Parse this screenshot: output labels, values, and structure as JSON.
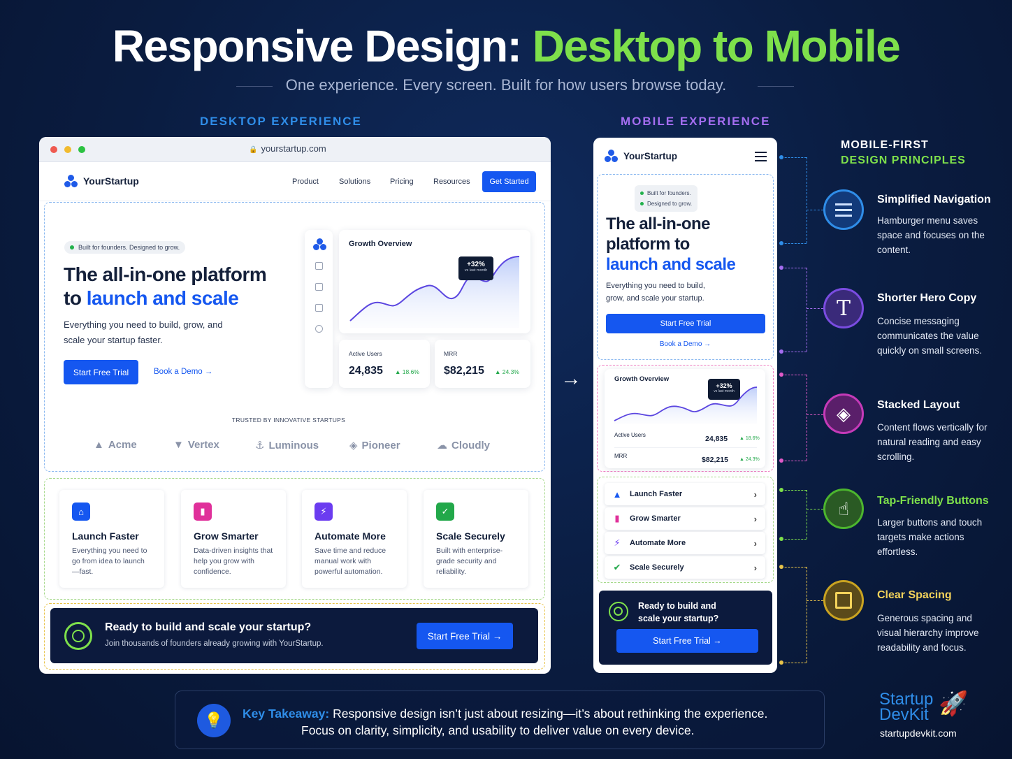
{
  "title_white": "Responsive Design: ",
  "title_green": "Desktop to Mobile",
  "subtitle": "One experience. Every screen. Built for how users browse today.",
  "desktop_label": "DESKTOP EXPERIENCE",
  "mobile_label": "MOBILE EXPERIENCE",
  "desktop": {
    "url": "yourstartup.com",
    "logo": "YourStartup",
    "nav": [
      "Product",
      "Solutions",
      "Pricing",
      "Resources"
    ],
    "get_started": "Get Started",
    "pill": "Built for founders. Designed to grow.",
    "headline_1": "The all-in-one platform",
    "headline_2a": "to ",
    "headline_2b": "launch and scale",
    "body": "Everything you need to build, grow, and scale your startup faster.",
    "primary_cta": "Start Free Trial",
    "secondary_cta": "Book a Demo →",
    "chart_title": "Growth Overview",
    "badge_value": "+32%",
    "badge_sub": "vs last month",
    "active_users_label": "Active Users",
    "active_users_value": "24,835",
    "active_users_change": "▲ 18.6%",
    "mrr_label": "MRR",
    "mrr_value": "$82,215",
    "mrr_change": "▲ 24.3%",
    "trusted_label": "TRUSTED BY INNOVATIVE STARTUPS",
    "brands": [
      "Acme",
      "Vertex",
      "Luminous",
      "Pioneer",
      "Cloudly"
    ],
    "features": [
      {
        "title": "Launch Faster",
        "desc": "Everything you need to go from idea to launch—fast.",
        "color": "#1557f0",
        "icon": "home-icon"
      },
      {
        "title": "Grow Smarter",
        "desc": "Data-driven insights that help you grow with confidence.",
        "color": "#e0309a",
        "icon": "bar-chart-icon"
      },
      {
        "title": "Automate More",
        "desc": "Save time and reduce manual work with powerful automation.",
        "color": "#6b3cf0",
        "icon": "lightning-icon"
      },
      {
        "title": "Scale Securely",
        "desc": "Built with enterprise-grade security and reliability.",
        "color": "#22a84a",
        "icon": "shield-icon"
      }
    ],
    "cta_title": "Ready to build and scale your startup?",
    "cta_sub": "Join thousands of founders already growing with YourStartup.",
    "cta_button": "Start Free Trial →"
  },
  "mobile": {
    "logo": "YourStartup",
    "pill_1": "Built for founders.",
    "pill_2": "Designed to grow.",
    "headline_1": "The all-in-one",
    "headline_2": "platform to",
    "headline_3": "launch and scale",
    "body": "Everything you need to build, grow, and scale your startup.",
    "primary_cta": "Start Free Trial",
    "secondary_cta": "Book a Demo →",
    "chart_title": "Growth Overview",
    "badge_value": "+32%",
    "badge_sub": "vs last month",
    "active_users_label": "Active Users",
    "active_users_value": "24,835",
    "active_users_change": "▲ 18.6%",
    "mrr_label": "MRR",
    "mrr_value": "$82,215",
    "mrr_change": "▲ 24.3%",
    "rows": [
      "Launch Faster",
      "Grow Smarter",
      "Automate More",
      "Scale Securely"
    ],
    "cta_title_1": "Ready to build and",
    "cta_title_2": "scale your startup?",
    "cta_button": "Start Free Trial →"
  },
  "principles_heading_1": "MOBILE-FIRST",
  "principles_heading_2": "DESIGN PRINCIPLES",
  "principles": [
    {
      "title": "Simplified Navigation",
      "desc": "Hamburger menu saves space and focuses on the content.",
      "color": "#1e78e6",
      "icon": "menu-icon"
    },
    {
      "title": "Shorter Hero Copy",
      "desc": "Concise messaging communicates the value quickly on small screens.",
      "color": "#7a4ce0",
      "icon": "text-icon"
    },
    {
      "title": "Stacked Layout",
      "desc": "Content flows vertically for natural reading and easy scrolling.",
      "color": "#c53ab8",
      "icon": "layers-icon"
    },
    {
      "title": "Tap-Friendly Buttons",
      "desc": "Larger buttons and touch targets make actions effortless.",
      "color": "#4cb52e",
      "icon": "pointer-hand-icon"
    },
    {
      "title": "Clear Spacing",
      "desc": "Generous spacing and visual hierarchy improve readability and focus.",
      "color": "#c9a321",
      "icon": "crop-icon"
    }
  ],
  "takeaway_label": "Key Takeaway:",
  "takeaway_line1": "Responsive design isn’t just about resizing—it’s about rethinking the experience.",
  "takeaway_line2": "Focus on clarity, simplicity, and usability to deliver value on every device.",
  "footer_brand_1": "Startup",
  "footer_brand_2": "DevKit",
  "footer_url": "startupdevkit.com"
}
